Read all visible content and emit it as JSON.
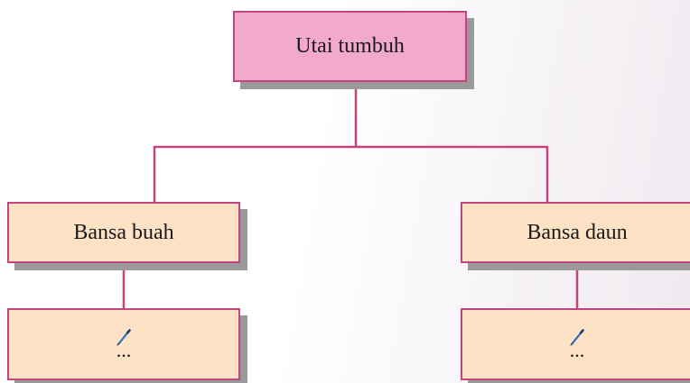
{
  "diagram": {
    "root": {
      "label": "Utai tumbuh"
    },
    "children": [
      {
        "label": "Bansa buah",
        "leaf": {
          "icon": "pen-icon",
          "text": "..."
        }
      },
      {
        "label": "Bansa daun",
        "leaf": {
          "icon": "pen-icon",
          "text": "..."
        }
      }
    ],
    "colors": {
      "connector": "#c2457f",
      "root_fill": "#f2a9cd",
      "child_fill": "#fde2c6",
      "shadow": "#9a9a9a",
      "pen_blue": "#2f6fbf"
    }
  }
}
